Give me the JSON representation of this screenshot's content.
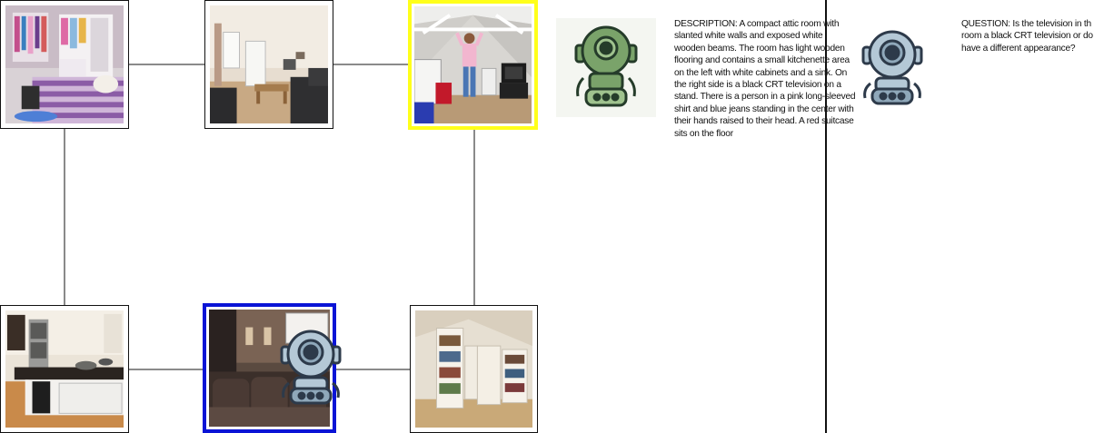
{
  "graph": {
    "nodes": [
      {
        "id": "bedroom",
        "icon": "bedroom-photo",
        "state": "visited"
      },
      {
        "id": "living-room",
        "icon": "living-room-photo",
        "state": "visited"
      },
      {
        "id": "attic-room",
        "icon": "attic-room-photo",
        "state": "current",
        "highlight_color": "#ffff1a"
      },
      {
        "id": "kitchen",
        "icon": "kitchen-photo",
        "state": "visited"
      },
      {
        "id": "home-theater",
        "icon": "home-theater-photo",
        "state": "agent-location",
        "highlight_color": "#0a14d6"
      },
      {
        "id": "attic-bookshelves",
        "icon": "bookshelf-room-photo",
        "state": "visited"
      }
    ],
    "edges": [
      [
        "bedroom",
        "living-room"
      ],
      [
        "living-room",
        "attic-room"
      ],
      [
        "bedroom",
        "kitchen"
      ],
      [
        "attic-room",
        "attic-bookshelves"
      ],
      [
        "kitchen",
        "home-theater"
      ],
      [
        "home-theater",
        "attic-bookshelves"
      ]
    ]
  },
  "describer": {
    "icon": "green-robot-icon",
    "text": "DESCRIPTION: A compact attic room with slanted white walls and exposed white wooden beams. The room has light wooden flooring and contains a small kitchenette area on the left with white cabinets and a sink. On the right side is a black CRT television on a stand. There is a person in a pink long-sleeved shirt and blue jeans standing in the center with their hands raised to their head. A red suitcase sits on the floor"
  },
  "questioner": {
    "icon": "blue-robot-icon",
    "text": "QUESTION: Is the television in th room a black CRT television or do have a different appearance?"
  },
  "colors": {
    "current_highlight": "#ffff1a",
    "agent_highlight": "#0a14d6",
    "edge": "#8a8a8a"
  }
}
